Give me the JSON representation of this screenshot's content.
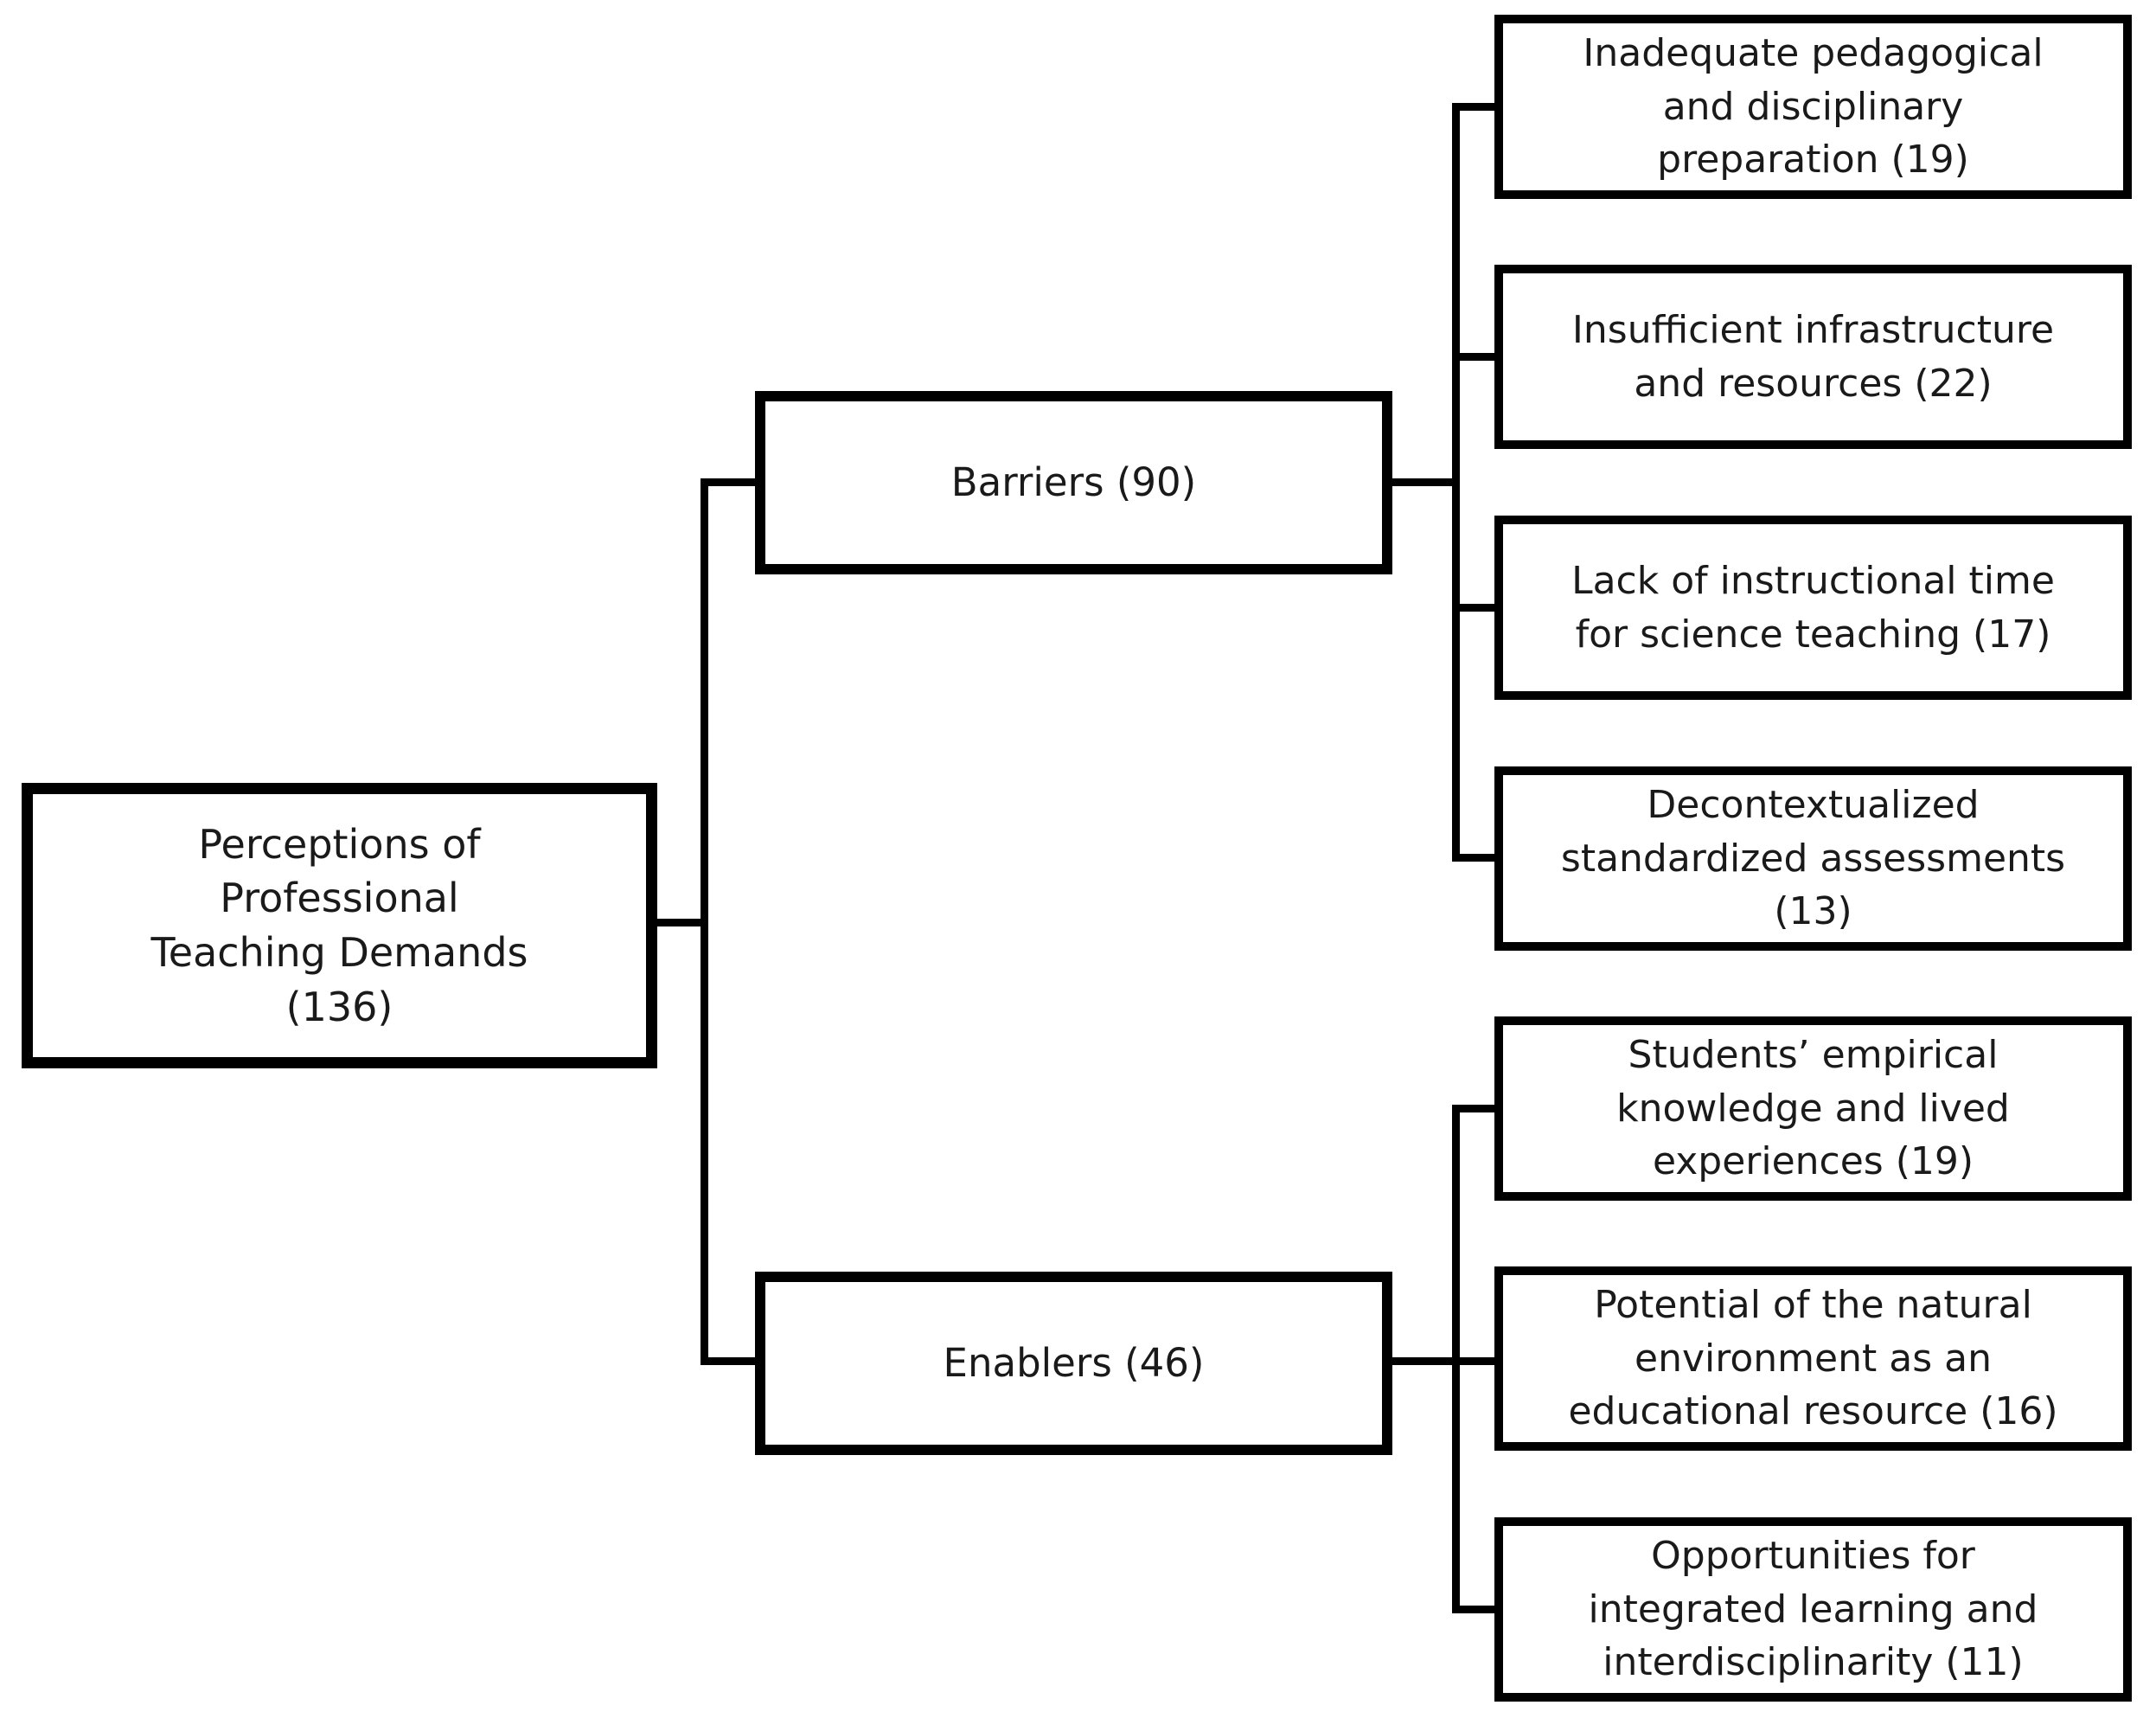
{
  "figure": {
    "type": "tree-diagram",
    "background_color": "#ffffff",
    "line_color": "#000000",
    "text_color": "#1a1a1a"
  },
  "root": {
    "name": "Perceptions of Professional Teaching Demands",
    "count": 136,
    "display": "Perceptions of\nProfessional\nTeaching Demands\n(136)"
  },
  "barriers": {
    "name": "Barriers",
    "count": 90,
    "display": "Barriers (90)",
    "children": [
      {
        "name": "Inadequate pedagogical and disciplinary preparation",
        "count": 19,
        "display": "Inadequate pedagogical\nand disciplinary\npreparation (19)"
      },
      {
        "name": "Insufficient infrastructure and resources",
        "count": 22,
        "display": "Insufficient infrastructure\nand resources (22)"
      },
      {
        "name": "Lack of instructional time for science teaching",
        "count": 17,
        "display": "Lack of instructional time\nfor science teaching (17)"
      },
      {
        "name": "Decontextualized standardized assessments",
        "count": 13,
        "display": "Decontextualized\nstandardized assessments\n(13)"
      }
    ]
  },
  "enablers": {
    "name": "Enablers",
    "count": 46,
    "display": "Enablers (46)",
    "children": [
      {
        "name": "Students’ empirical knowledge and lived experiences",
        "count": 19,
        "display": "Students’ empirical\nknowledge and lived\nexperiences (19)"
      },
      {
        "name": "Potential of the natural environment as an educational resource",
        "count": 16,
        "display": "Potential of the natural\nenvironment as an\neducational resource (16)"
      },
      {
        "name": "Opportunities for integrated learning and interdisciplinarity",
        "count": 11,
        "display": "Opportunities for\nintegrated learning and\ninterdisciplinarity (11)"
      }
    ]
  }
}
